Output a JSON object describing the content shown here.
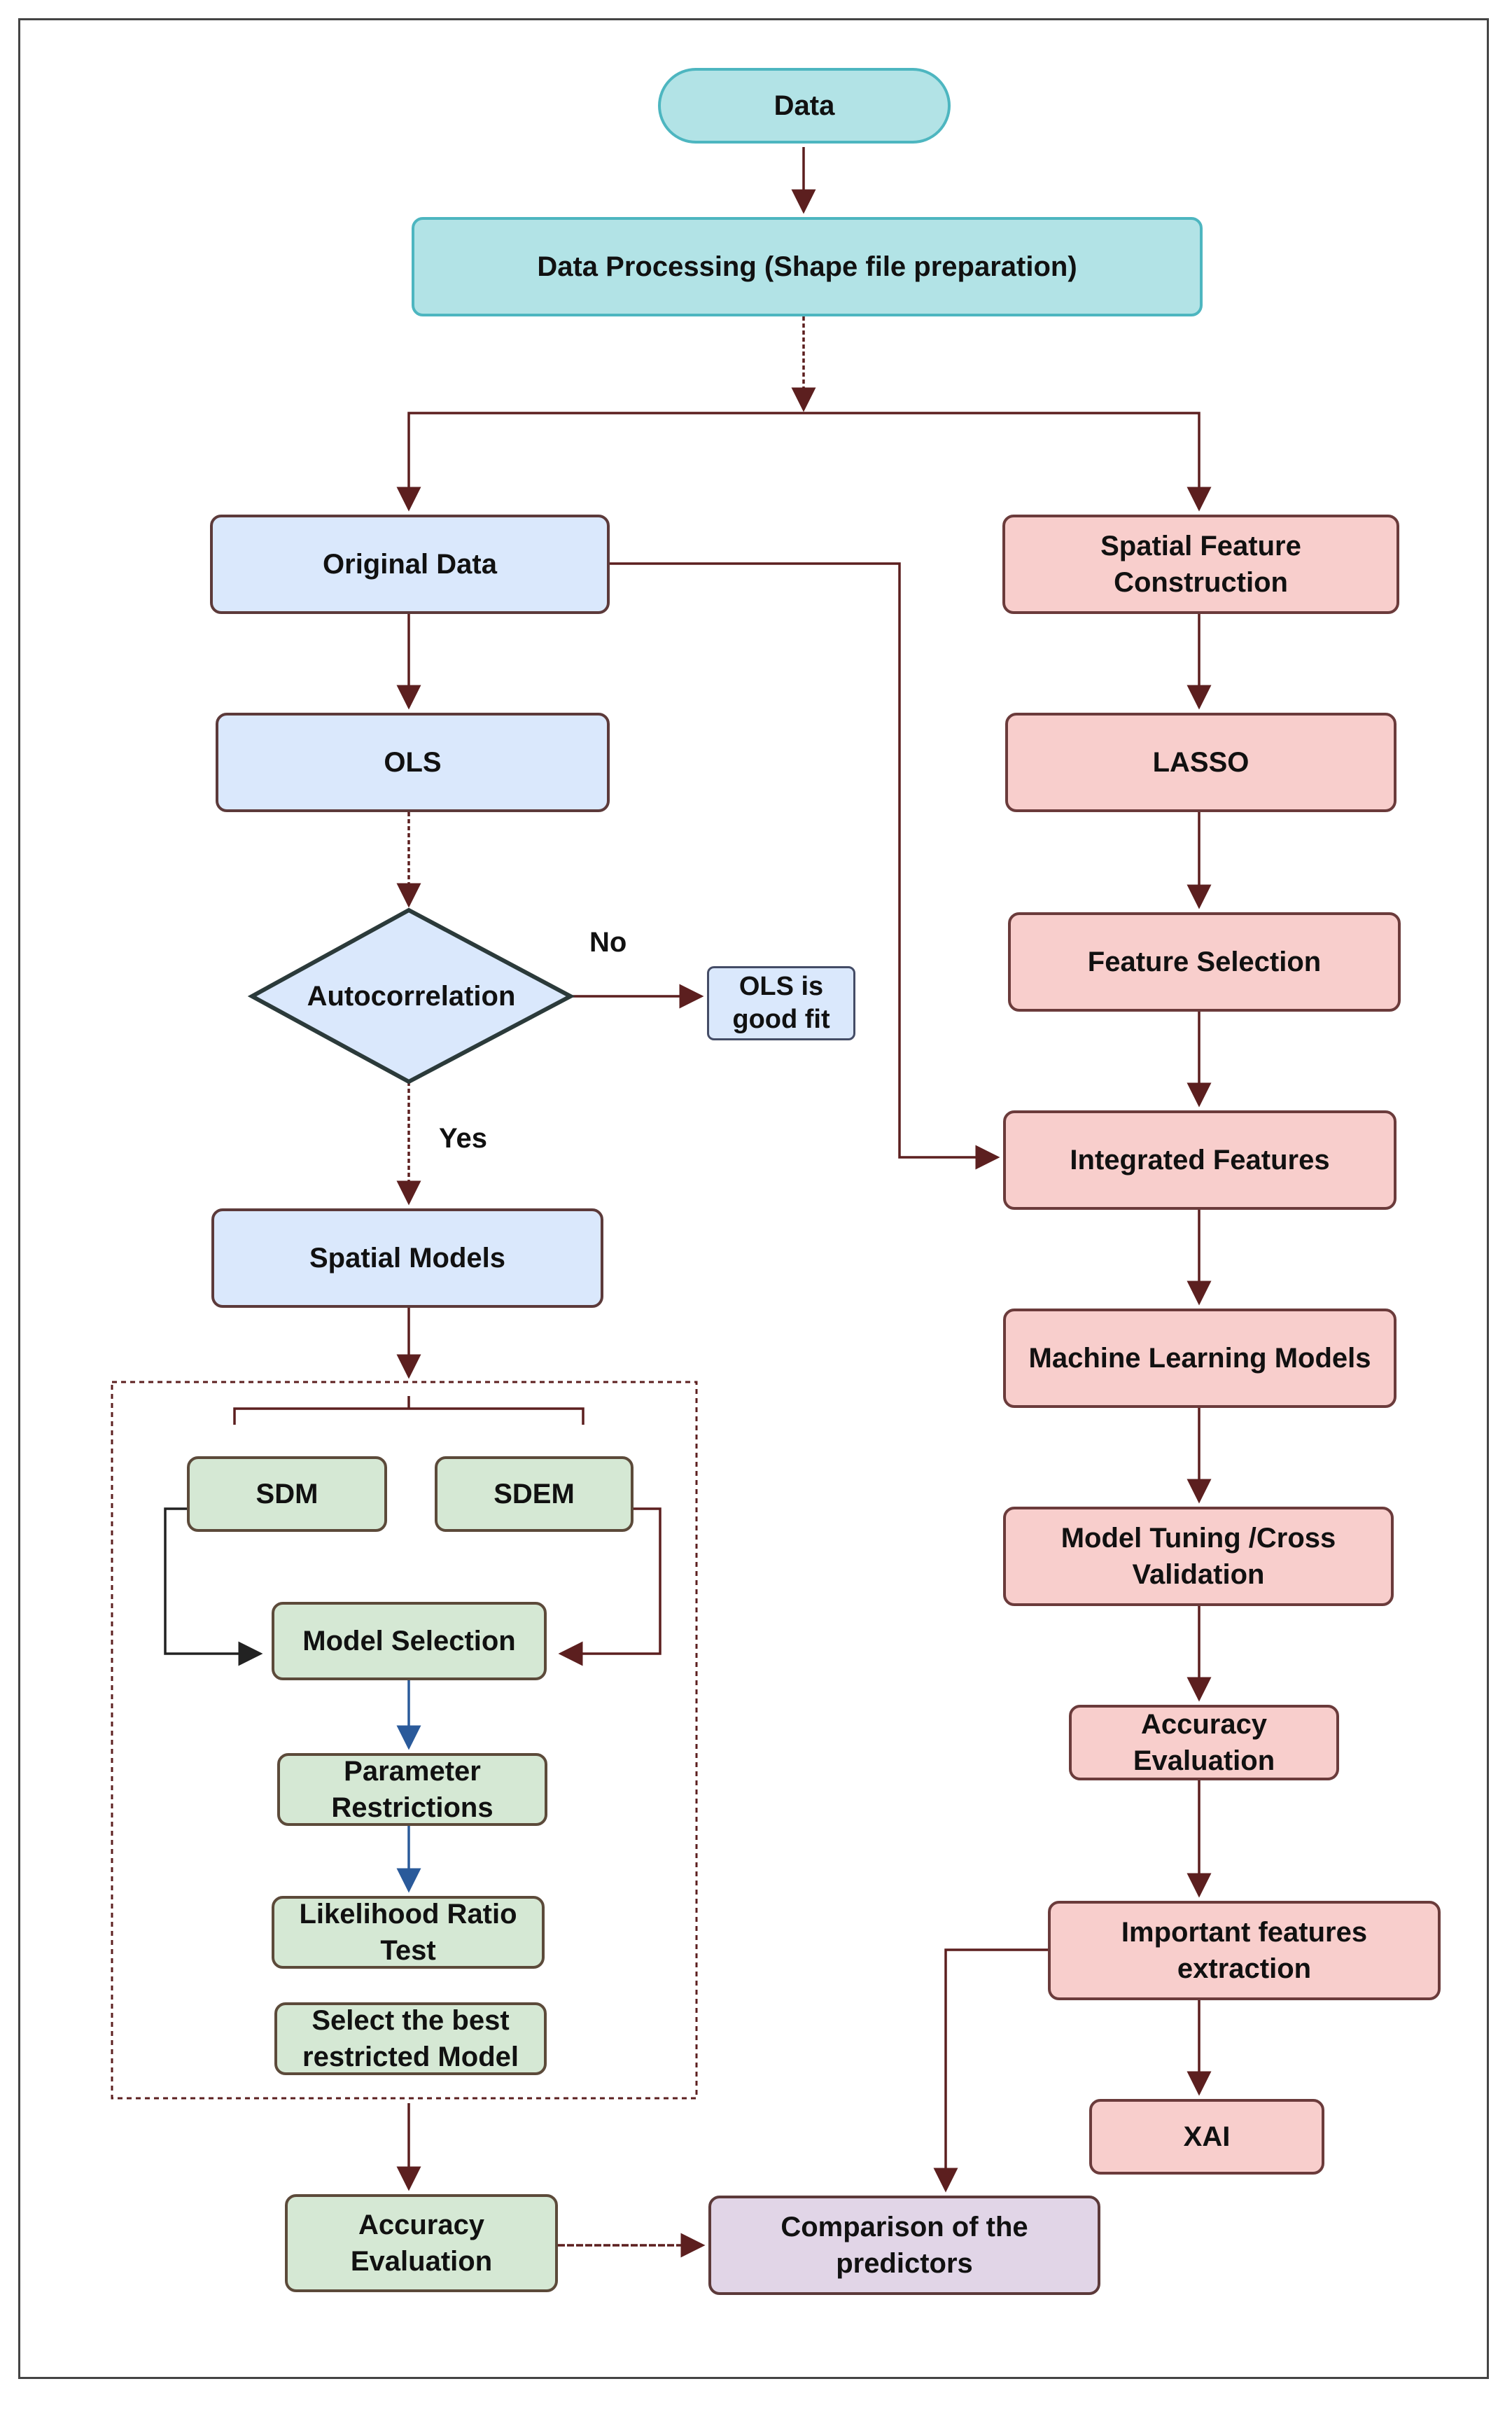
{
  "nodes": {
    "data": "Data",
    "data_processing": "Data Processing (Shape file preparation)",
    "original_data": "Original Data",
    "ols": "OLS",
    "autocorrelation": "Autocorrelation",
    "ols_good_fit": "OLS is good fit",
    "spatial_models": "Spatial Models",
    "sdm": "SDM",
    "sdem": "SDEM",
    "model_selection": "Model Selection",
    "parameter_restrictions": "Parameter Restrictions",
    "likelihood_ratio_test": "Likelihood Ratio Test",
    "select_best_restricted": "Select the best restricted Model",
    "accuracy_evaluation_left": "Accuracy Evaluation",
    "comparison_predictors": "Comparison of the predictors",
    "spatial_feature_construction": "Spatial Feature Construction",
    "lasso": "LASSO",
    "feature_selection": "Feature Selection",
    "integrated_features": "Integrated Features",
    "machine_learning_models": "Machine Learning Models",
    "model_tuning": "Model Tuning /Cross Validation",
    "accuracy_evaluation_right": "Accuracy Evaluation",
    "important_features": "Important features extraction",
    "xai": "XAI"
  },
  "edge_labels": {
    "no": "No",
    "yes": "Yes"
  },
  "colors": {
    "teal_fill": "#b2e3e6",
    "blue_fill": "#dae8fc",
    "red_fill": "#f8cecc",
    "green_fill": "#d5e8d4",
    "purple_fill": "#e1d5e7",
    "arrow": "#5c1f1f",
    "blue_arrow": "#2a5a9a"
  }
}
